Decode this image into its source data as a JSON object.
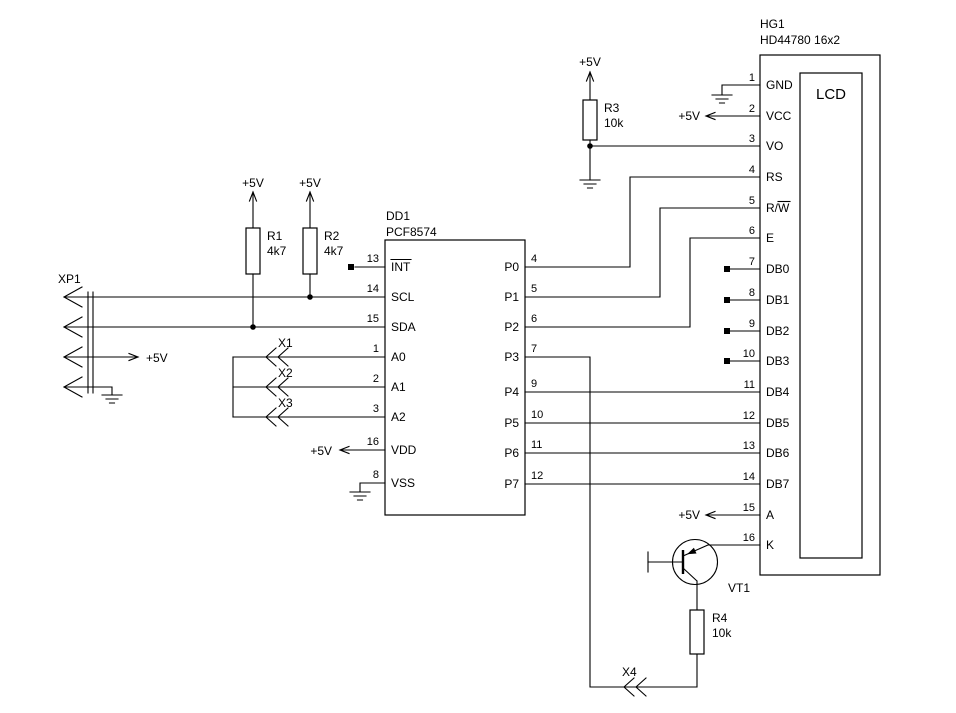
{
  "colors": {
    "ink": "#000000",
    "background": "#ffffff"
  },
  "xp1": {
    "ref": "XP1",
    "supply": "+5V"
  },
  "r1": {
    "ref": "R1",
    "value": "4k7",
    "supply": "+5V"
  },
  "r2": {
    "ref": "R2",
    "value": "4k7",
    "supply": "+5V"
  },
  "r3": {
    "ref": "R3",
    "value": "10k",
    "supply": "+5V"
  },
  "r4": {
    "ref": "R4",
    "value": "10k"
  },
  "vt1": {
    "ref": "VT1"
  },
  "jumpers": {
    "x1": "X1",
    "x2": "X2",
    "x3": "X3",
    "x4": "X4"
  },
  "dd1": {
    "ref": "DD1",
    "part": "PCF8574",
    "supply": "+5V",
    "left_pins": [
      {
        "num": "13",
        "name": "INT"
      },
      {
        "num": "14",
        "name": "SCL"
      },
      {
        "num": "15",
        "name": "SDA"
      },
      {
        "num": "1",
        "name": "A0"
      },
      {
        "num": "2",
        "name": "A1"
      },
      {
        "num": "3",
        "name": "A2"
      },
      {
        "num": "16",
        "name": "VDD"
      },
      {
        "num": "8",
        "name": "VSS"
      }
    ],
    "right_pins": [
      {
        "num": "4",
        "name": "P0"
      },
      {
        "num": "5",
        "name": "P1"
      },
      {
        "num": "6",
        "name": "P2"
      },
      {
        "num": "7",
        "name": "P3"
      },
      {
        "num": "9",
        "name": "P4"
      },
      {
        "num": "10",
        "name": "P5"
      },
      {
        "num": "11",
        "name": "P6"
      },
      {
        "num": "12",
        "name": "P7"
      }
    ]
  },
  "hg1": {
    "ref": "HG1",
    "part": "HD44780 16x2",
    "screen": "LCD",
    "vcc_supply": "+5V",
    "backlight_supply": "+5V",
    "pins": [
      {
        "num": "1",
        "name": "GND"
      },
      {
        "num": "2",
        "name": "VCC"
      },
      {
        "num": "3",
        "name": "VO"
      },
      {
        "num": "4",
        "name": "RS"
      },
      {
        "num": "5",
        "name": "R/W"
      },
      {
        "num": "6",
        "name": "E"
      },
      {
        "num": "7",
        "name": "DB0"
      },
      {
        "num": "8",
        "name": "DB1"
      },
      {
        "num": "9",
        "name": "DB2"
      },
      {
        "num": "10",
        "name": "DB3"
      },
      {
        "num": "11",
        "name": "DB4"
      },
      {
        "num": "12",
        "name": "DB5"
      },
      {
        "num": "13",
        "name": "DB6"
      },
      {
        "num": "14",
        "name": "DB7"
      },
      {
        "num": "15",
        "name": "A"
      },
      {
        "num": "16",
        "name": "K"
      }
    ]
  }
}
